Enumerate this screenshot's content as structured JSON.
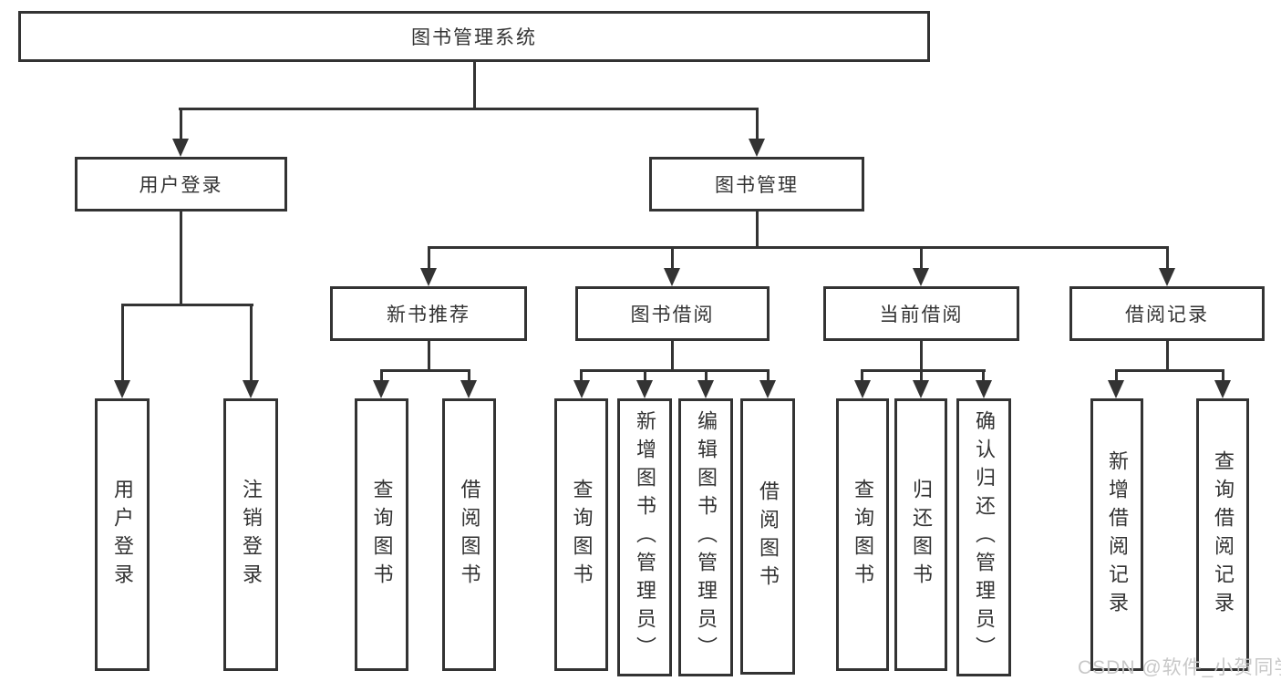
{
  "colors": {
    "line": "#333333",
    "text": "#333333",
    "watermark": "#c8c8c8",
    "background": "#ffffff"
  },
  "watermark": {
    "text": "CSDN @软件_小贺同学"
  },
  "tree": {
    "root": {
      "label": "图书管理系统",
      "children": [
        {
          "label": "用户登录",
          "children": [
            {
              "label": "用户登录"
            },
            {
              "label": "注销登录"
            }
          ]
        },
        {
          "label": "图书管理",
          "children": [
            {
              "label": "新书推荐",
              "children": [
                {
                  "label": "查询图书"
                },
                {
                  "label": "借阅图书"
                }
              ]
            },
            {
              "label": "图书借阅",
              "children": [
                {
                  "label": "查询图书"
                },
                {
                  "label": "新增图书（管理员）"
                },
                {
                  "label": "编辑图书（管理员）"
                },
                {
                  "label": "借阅图书"
                }
              ]
            },
            {
              "label": "当前借阅",
              "children": [
                {
                  "label": "查询图书"
                },
                {
                  "label": "归还图书"
                },
                {
                  "label": "确认归还（管理员）"
                }
              ]
            },
            {
              "label": "借阅记录",
              "children": [
                {
                  "label": "新增借阅记录"
                },
                {
                  "label": "查询借阅记录"
                }
              ]
            }
          ]
        }
      ]
    }
  }
}
